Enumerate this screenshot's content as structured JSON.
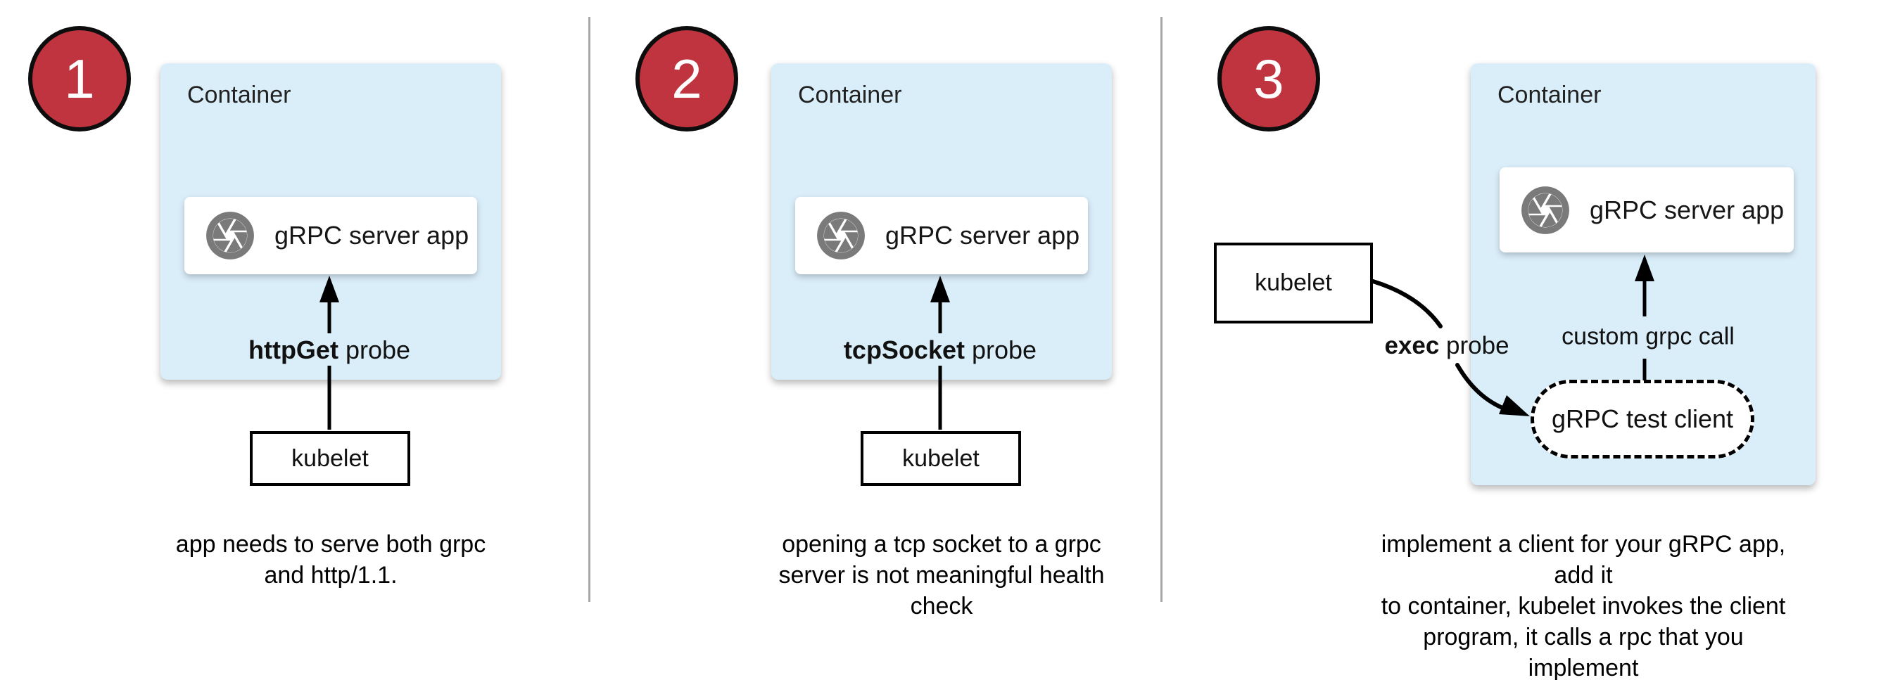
{
  "colors": {
    "badge_red": "#c03440",
    "container_blue": "#daeefa",
    "icon_gray": "#7a7a7a",
    "divider_gray": "#a9a9a9",
    "arrow_black": "#000000"
  },
  "icons": {
    "app_icon": "camera-aperture-icon"
  },
  "panels": [
    {
      "number": "1",
      "container_label": "Container",
      "app_label": "gRPC server app",
      "probe_label_bold": "httpGet",
      "probe_label_rest": " probe",
      "kubelet_label": "kubelet",
      "caption": "app needs to serve both grpc\nand http/1.1."
    },
    {
      "number": "2",
      "container_label": "Container",
      "app_label": "gRPC server app",
      "probe_label_bold": "tcpSocket",
      "probe_label_rest": " probe",
      "kubelet_label": "kubelet",
      "caption": "opening a tcp socket to a grpc\nserver is not meaningful health\ncheck"
    },
    {
      "number": "3",
      "container_label": "Container",
      "app_label": "gRPC server app",
      "probe_label_bold": "exec",
      "probe_label_rest": " probe",
      "kubelet_label": "kubelet",
      "grpc_call_label": "custom grpc call",
      "test_client_label": "gRPC test client",
      "caption": "implement a client for your gRPC app, add it\nto container, kubelet invokes the client\nprogram, it calls a rpc that you implement"
    }
  ]
}
